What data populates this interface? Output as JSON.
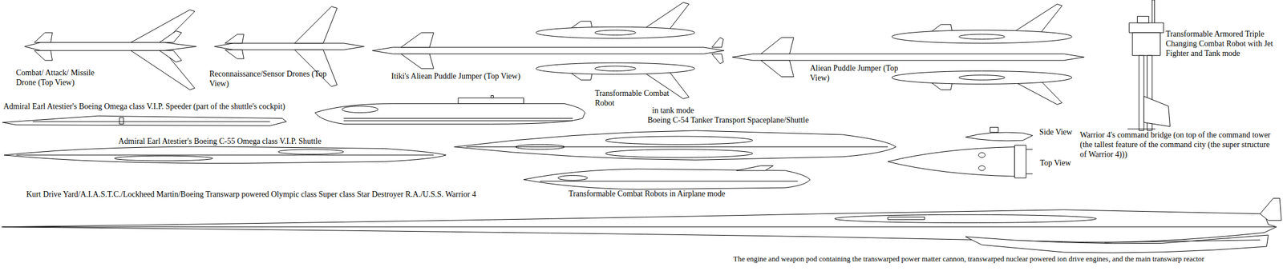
{
  "diagram": {
    "labels": [
      "Combat/ Attack/ Missile Drone  (Top View)",
      "Reconnaissance/Sensor Drones (Top View)",
      "Itiki's Aliean Puddle Jumper (Top View)",
      "Aliean Puddle Jumper (Top View)",
      "Transformable Armored Triple Changing Combat Robot with Jet Fighter and Tank mode",
      "Transformable Combat Robot",
      "in tank mode",
      "Admiral Earl Atestier's Boeing Omega class V.I.P. Speeder (part of the shuttle's cockpit)",
      "Boeing C-54 Tanker Transport Spaceplane/Shuttle",
      "Admiral Earl Atestier's Boeing C-55 Omega class V.I.P. Shuttle",
      "Side View",
      "Warrior 4's command bridge (on top of the command tower (the tallest feature of the command city (the super structure of Warrior 4)))",
      "Top View",
      "Kurt Drive Yard/A.I.A.S.T.C./Lockheed Martin/Boeing Transwarp powered Olympic class Super class Star Destroyer R.A./U.S.S. Warrior 4",
      "Transformable Combat Robots in Airplane mode",
      "The engine and weapon pod containing the transwarped power matter cannon, transwarped nuclear powered ion drive engines, and the main transwarp reactor"
    ]
  }
}
